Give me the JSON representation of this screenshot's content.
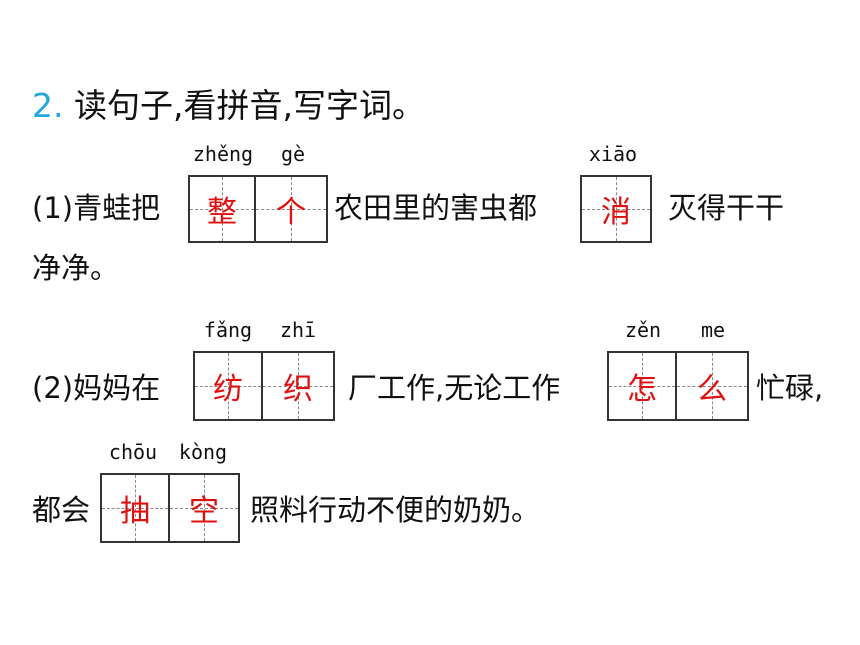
{
  "heading": {
    "number": "2.",
    "text": "读句子,看拼音,写字词。"
  },
  "q1": {
    "prefix": "(1)青蛙把",
    "mid": "农田里的害虫都",
    "tail": "灭得干干",
    "line2": "净净。",
    "blank1": {
      "pinyin": [
        "zhěng",
        "gè"
      ],
      "chars": [
        "整",
        "个"
      ]
    },
    "blank2": {
      "pinyin": [
        "xiāo"
      ],
      "chars": [
        "消"
      ]
    }
  },
  "q2": {
    "prefix": "(2)妈妈在",
    "mid": "厂工作,无论工作",
    "tail": "忙碌,",
    "line2_prefix": "都会",
    "line2_tail": "照料行动不便的奶奶。",
    "blank1": {
      "pinyin": [
        "fǎng",
        "zhī"
      ],
      "chars": [
        "纺",
        "织"
      ]
    },
    "blank2": {
      "pinyin": [
        "zěn",
        "me"
      ],
      "chars": [
        "怎",
        "么"
      ]
    },
    "blank3": {
      "pinyin": [
        "chōu",
        "kòng"
      ],
      "chars": [
        "抽",
        "空"
      ]
    }
  },
  "colors": {
    "heading_number": "#22a7dc",
    "answer": "#e01010"
  }
}
